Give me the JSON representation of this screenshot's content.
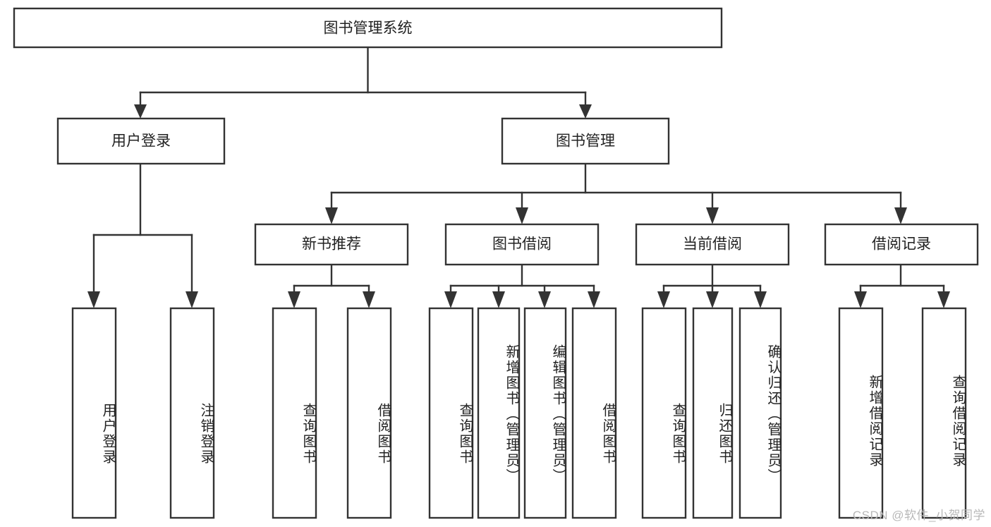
{
  "diagram": {
    "type": "tree-hierarchy-chart",
    "title": "图书管理系统",
    "watermark": "CSDN @软件_小贺同学",
    "colors": {
      "box_fill": "#ffffff",
      "box_stroke": "#333333",
      "text": "#222222",
      "watermark": "#b8b8b8",
      "background": "#ffffff"
    },
    "root": {
      "label": "图书管理系统",
      "orientation": "horizontal"
    },
    "level2": [
      {
        "label": "用户登录",
        "orientation": "horizontal"
      },
      {
        "label": "图书管理",
        "orientation": "horizontal"
      }
    ],
    "level3": [
      {
        "label": "新书推荐",
        "orientation": "horizontal",
        "parent": "图书管理"
      },
      {
        "label": "图书借阅",
        "orientation": "horizontal",
        "parent": "图书管理"
      },
      {
        "label": "当前借阅",
        "orientation": "horizontal",
        "parent": "图书管理"
      },
      {
        "label": "借阅记录",
        "orientation": "horizontal",
        "parent": "图书管理"
      }
    ],
    "leaves": {
      "用户登录": [
        {
          "label": "用户登录",
          "orientation": "vertical"
        },
        {
          "label": "注销登录",
          "orientation": "vertical"
        }
      ],
      "新书推荐": [
        {
          "label": "查询图书",
          "orientation": "vertical"
        },
        {
          "label": "借阅图书",
          "orientation": "vertical"
        }
      ],
      "图书借阅": [
        {
          "label": "查询图书",
          "orientation": "vertical"
        },
        {
          "label": "新增图书（管理员）",
          "orientation": "vertical"
        },
        {
          "label": "编辑图书（管理员）",
          "orientation": "vertical"
        },
        {
          "label": "借阅图书",
          "orientation": "vertical"
        }
      ],
      "当前借阅": [
        {
          "label": "查询图书",
          "orientation": "vertical"
        },
        {
          "label": "归还图书",
          "orientation": "vertical"
        },
        {
          "label": "确认归还（管理员）",
          "orientation": "vertical"
        }
      ],
      "借阅记录": [
        {
          "label": "新增借阅记录",
          "orientation": "vertical"
        },
        {
          "label": "查询借阅记录",
          "orientation": "vertical"
        }
      ]
    }
  }
}
